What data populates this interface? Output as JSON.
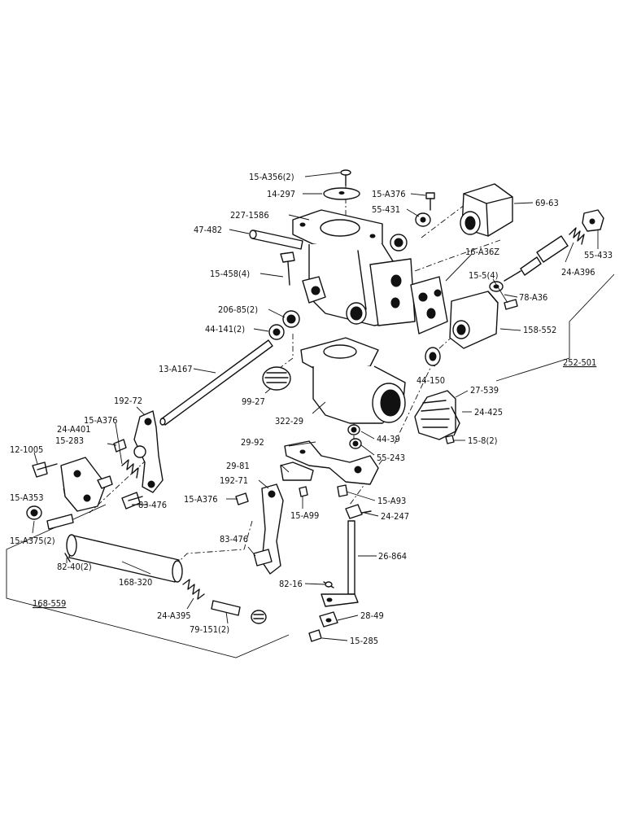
{
  "labels": {
    "l_15_a356": "15-A356(2)",
    "l_14_297": "14-297",
    "l_15_a376_top": "15-A376",
    "l_69_63": "69-63",
    "l_227_1586": "227-1586",
    "l_55_431": "55-431",
    "l_47_482": "47-482",
    "l_55_433": "55-433",
    "l_16_a362": "16-A36Z",
    "l_24_a396": "24-A396",
    "l_15_458": "15-458(4)",
    "l_15_5": "15-5(4)",
    "l_78_a36": "78-A36",
    "l_206_85": "206-85(2)",
    "l_158_552": "158-552",
    "l_44_141": "44-141(2)",
    "l_252_501": "252-501",
    "l_13_a167": "13-A167",
    "l_44_150": "44-150",
    "l_27_539": "27-539",
    "l_99_27": "99-27",
    "l_192_72": "192-72",
    "l_24_425": "24-425",
    "l_15_a376_left": "15-A376",
    "l_322_29": "322-29",
    "l_24_a401": "24-A401",
    "l_44_39": "44-39",
    "l_15_8": "15-8(2)",
    "l_15_283": "15-283",
    "l_12_1005": "12-1005",
    "l_29_92": "29-92",
    "l_55_243": "55-243",
    "l_29_81": "29-81",
    "l_192_71": "192-71",
    "l_15_a353": "15-A353",
    "l_15_a376_mid": "15-A376",
    "l_15_a93": "15-A93",
    "l_83_476_top": "83-476",
    "l_15_a99": "15-A99",
    "l_24_247": "24-247",
    "l_15_a375": "15-A375(2)",
    "l_83_476_bot": "83-476",
    "l_26_864": "26-864",
    "l_82_40": "82-40(2)",
    "l_168_320": "168-320",
    "l_82_16": "82-16",
    "l_168_559": "168-559",
    "l_24_a395": "24-A395",
    "l_28_49": "28-49",
    "l_79_151": "79-151(2)",
    "l_15_285": "15-285"
  }
}
